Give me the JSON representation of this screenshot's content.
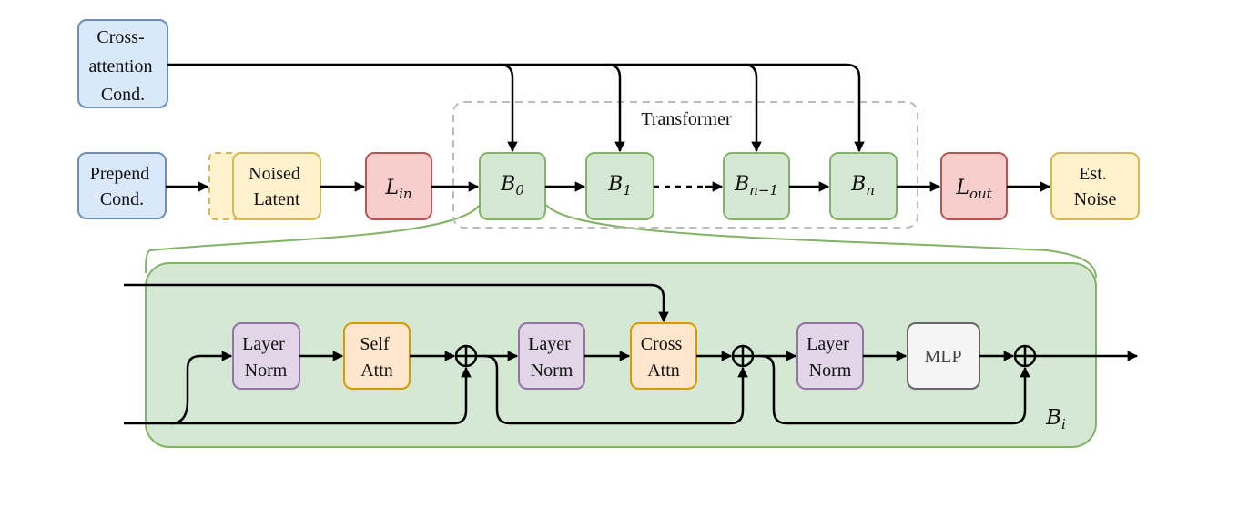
{
  "colors": {
    "blue_fill": "#dae8fc",
    "blue_stroke": "#6c8ebf",
    "yellow_fill": "#fff2cc",
    "yellow_stroke": "#d6b656",
    "red_fill": "#f8cecc",
    "red_stroke": "#b85450",
    "green_fill": "#d5e8d4",
    "green_stroke": "#82b366",
    "purple_fill": "#e1d5e7",
    "purple_stroke": "#9673a6",
    "orange_fill": "#ffe6cc",
    "orange_stroke": "#d79b00",
    "gray_fill": "#f5f5f5",
    "gray_stroke": "#666666",
    "dashed_group_stroke": "#bbbbbb"
  },
  "top": {
    "cross_attention": [
      "Cross-",
      "attention",
      "Cond."
    ],
    "prepend": [
      "Prepend",
      "Cond."
    ],
    "noised_latent": [
      "Noised",
      "Latent"
    ],
    "l_in": {
      "base": "L",
      "sub": "in"
    },
    "b0": {
      "base": "B",
      "sub": "0"
    },
    "b1": {
      "base": "B",
      "sub": "1"
    },
    "bn1": {
      "base": "B",
      "sub": "n−1"
    },
    "bn": {
      "base": "B",
      "sub": "n"
    },
    "l_out": {
      "base": "L",
      "sub": "out"
    },
    "est_noise": [
      "Est.",
      "Noise"
    ],
    "transformer_label": "Transformer"
  },
  "block": {
    "layer_norm": [
      "Layer",
      "Norm"
    ],
    "self_attn": [
      "Self",
      "Attn"
    ],
    "cross_attn": [
      "Cross",
      "Attn"
    ],
    "mlp": "MLP",
    "bi": {
      "base": "B",
      "sub": "i"
    }
  }
}
